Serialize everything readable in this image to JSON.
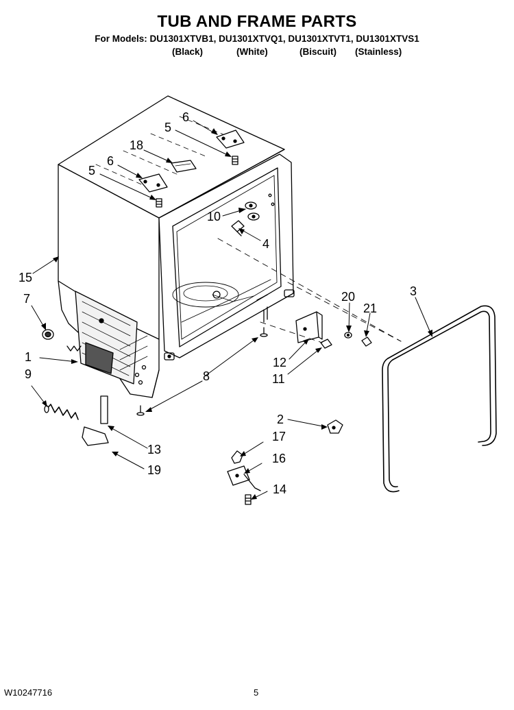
{
  "header": {
    "title": "TUB AND FRAME PARTS",
    "models_line": "For Models: DU1301XTVB1, DU1301XTVQ1, DU1301XTVT1, DU1301XTVS1",
    "variants": [
      "(Black)",
      "(White)",
      "(Biscuit)",
      "(Stainless)"
    ]
  },
  "callouts": [
    "6",
    "5",
    "18",
    "6",
    "5",
    "10",
    "4",
    "15",
    "7",
    "1",
    "9",
    "20",
    "21",
    "3",
    "12",
    "11",
    "8",
    "2",
    "13",
    "17",
    "16",
    "19",
    "14"
  ],
  "footer": {
    "doc_code": "W10247716",
    "page_number": "5"
  }
}
